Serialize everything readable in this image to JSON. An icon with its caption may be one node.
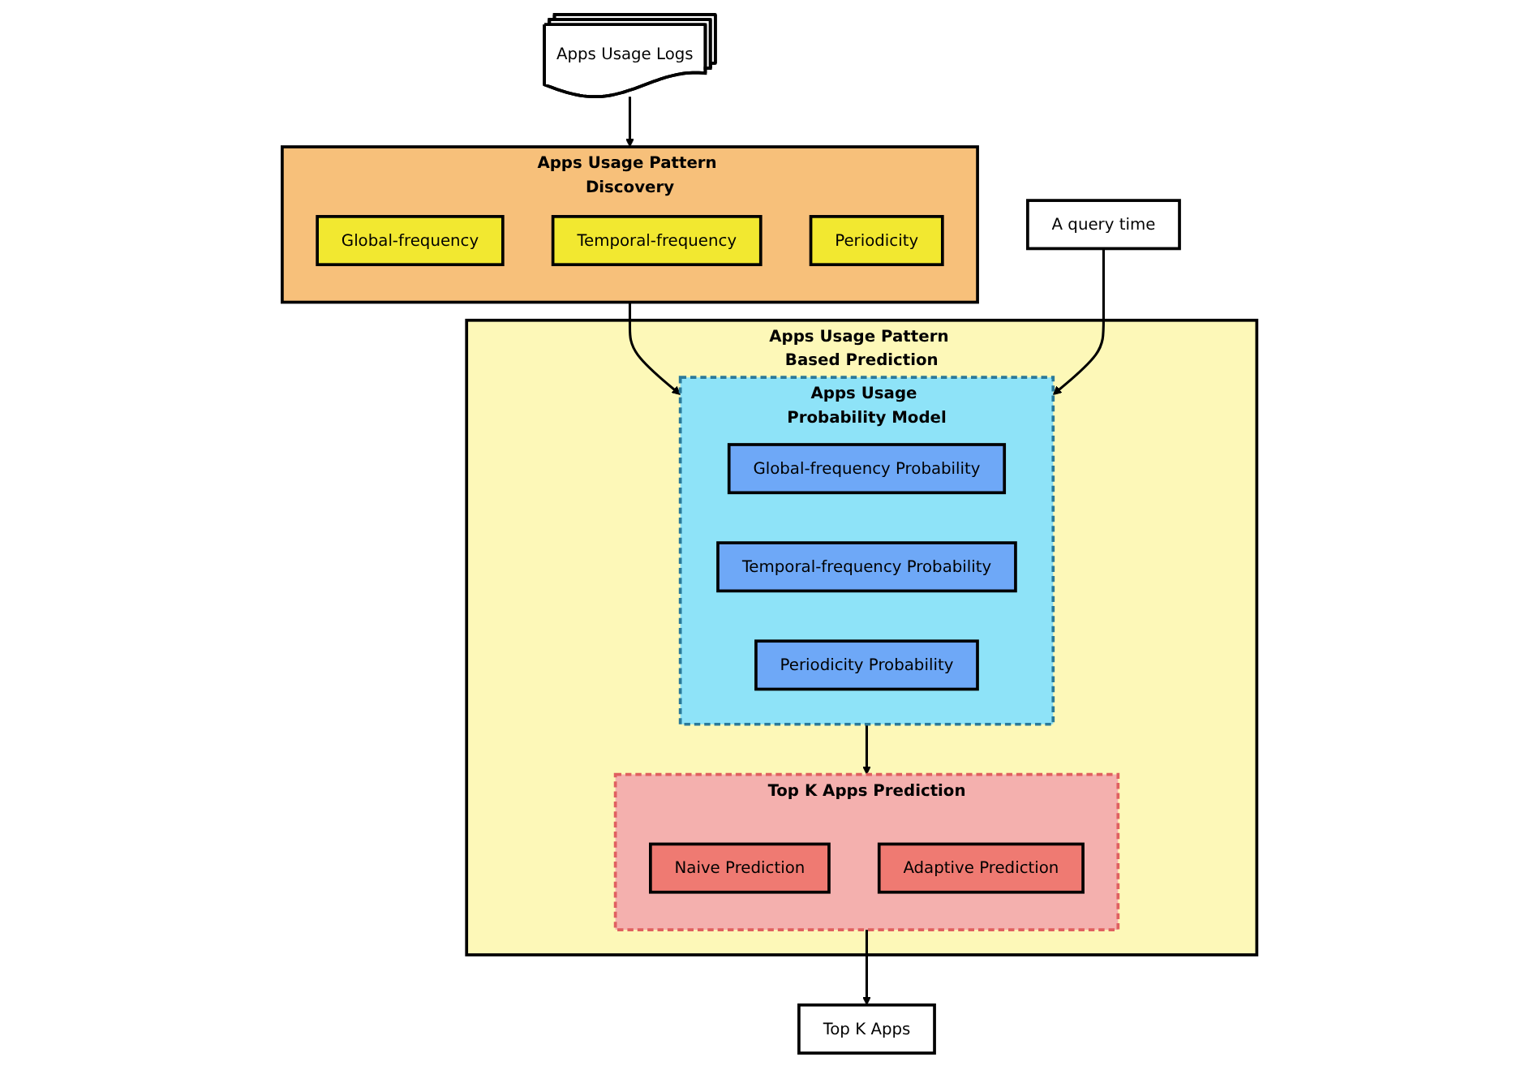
{
  "diagram": {
    "nodes": [
      {
        "text": [
          "Apps Usage Logs"
        ]
      },
      {
        "text": [
          "Apps Usage Pattern Discovery"
        ]
      },
      {
        "text": [
          "Global-frequency"
        ],
        "in": 1
      },
      {
        "text": [
          "Temporal-frequency"
        ],
        "in": 1
      },
      {
        "text": [
          "Periodicity"
        ],
        "in": 1
      },
      {
        "text": [
          "Apps Usage Pattern Based Prediction"
        ]
      },
      {
        "text": [
          "Apps Usage Probability Model"
        ],
        "in": 5
      },
      {
        "text": [
          "Global-frequency Probability"
        ],
        "in": 6
      },
      {
        "text": [
          "Temporal-frequency Probability"
        ],
        "in": 6
      },
      {
        "text": [
          "Periodicity Probability"
        ],
        "in": 6
      },
      {
        "text": [
          "Top K Apps Prediction"
        ],
        "in": 5
      },
      {
        "text": [
          "Naive Prediction"
        ],
        "in": 10
      },
      {
        "text": [
          "Adaptive Prediction"
        ],
        "in": 10
      },
      {
        "text": [
          "A query time"
        ]
      },
      {
        "text": [
          "Top K Apps"
        ]
      }
    ],
    "edges": [
      {
        "from": 0,
        "to": 1,
        "arrow": "to"
      },
      {
        "from": 1,
        "to": 6,
        "arrow": "to"
      },
      {
        "from": 13,
        "to": 6,
        "arrow": "to"
      },
      {
        "from": 6,
        "to": 10,
        "arrow": "to"
      },
      {
        "from": 10,
        "to": 14,
        "arrow": "to"
      }
    ]
  }
}
